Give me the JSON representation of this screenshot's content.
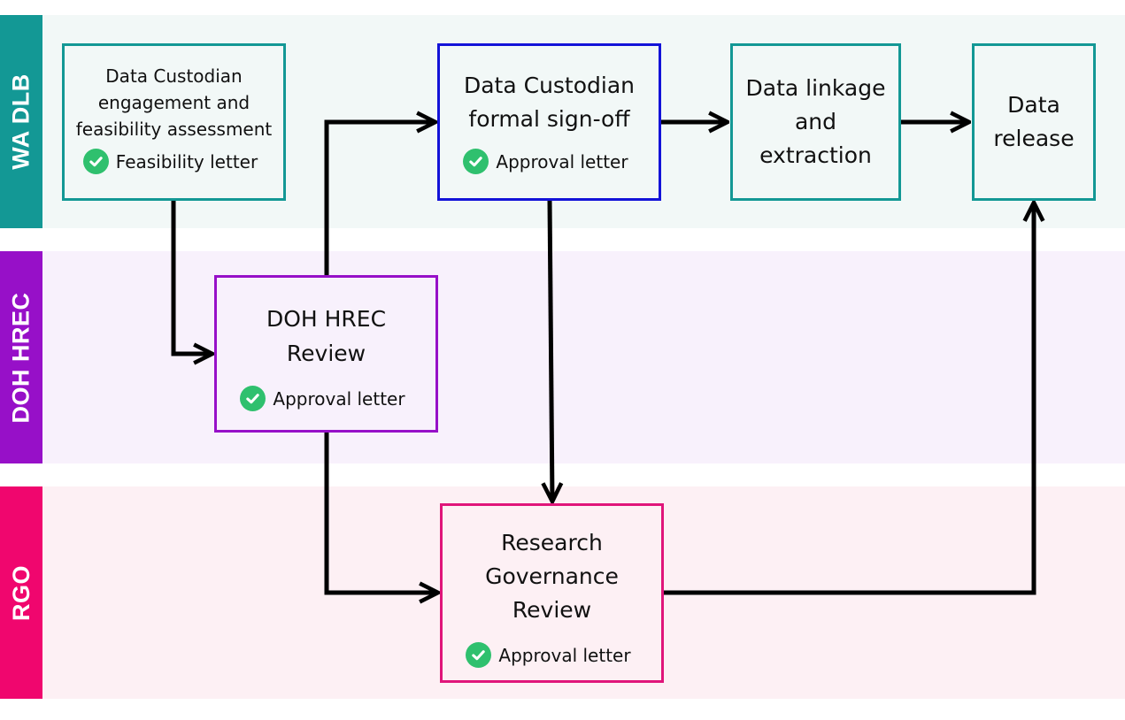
{
  "lanes": {
    "wa": {
      "label": "WA DLB",
      "color": "#139895",
      "bg": "#f2f8f7"
    },
    "doh": {
      "label": "DOH HREC",
      "color": "#9710c8",
      "bg": "#f8f1fc"
    },
    "rgo": {
      "label": "RGO",
      "color": "#f0066e",
      "bg": "#fdf0f4"
    }
  },
  "nodes": {
    "engagement": {
      "title": "Data Custodian\nengagement and\nfeasibility assessment",
      "badge": "Feasibility letter"
    },
    "signoff": {
      "title": "Data Custodian\nformal sign-off",
      "badge": "Approval letter"
    },
    "linkage": {
      "title": "Data linkage\nand\nextraction"
    },
    "release": {
      "title": "Data\nrelease"
    },
    "hrec": {
      "title": "DOH HREC\nReview",
      "badge": "Approval letter"
    },
    "rgo": {
      "title": "Research\nGovernance\nReview",
      "badge": "Approval letter"
    }
  },
  "colors": {
    "teal": "#139895",
    "blue": "#1313d8",
    "purple": "#9710c8",
    "pink": "#e0157a",
    "check": "#2fc06e",
    "arrow": "#000000"
  },
  "icons": {
    "check": "check-circle-icon"
  }
}
